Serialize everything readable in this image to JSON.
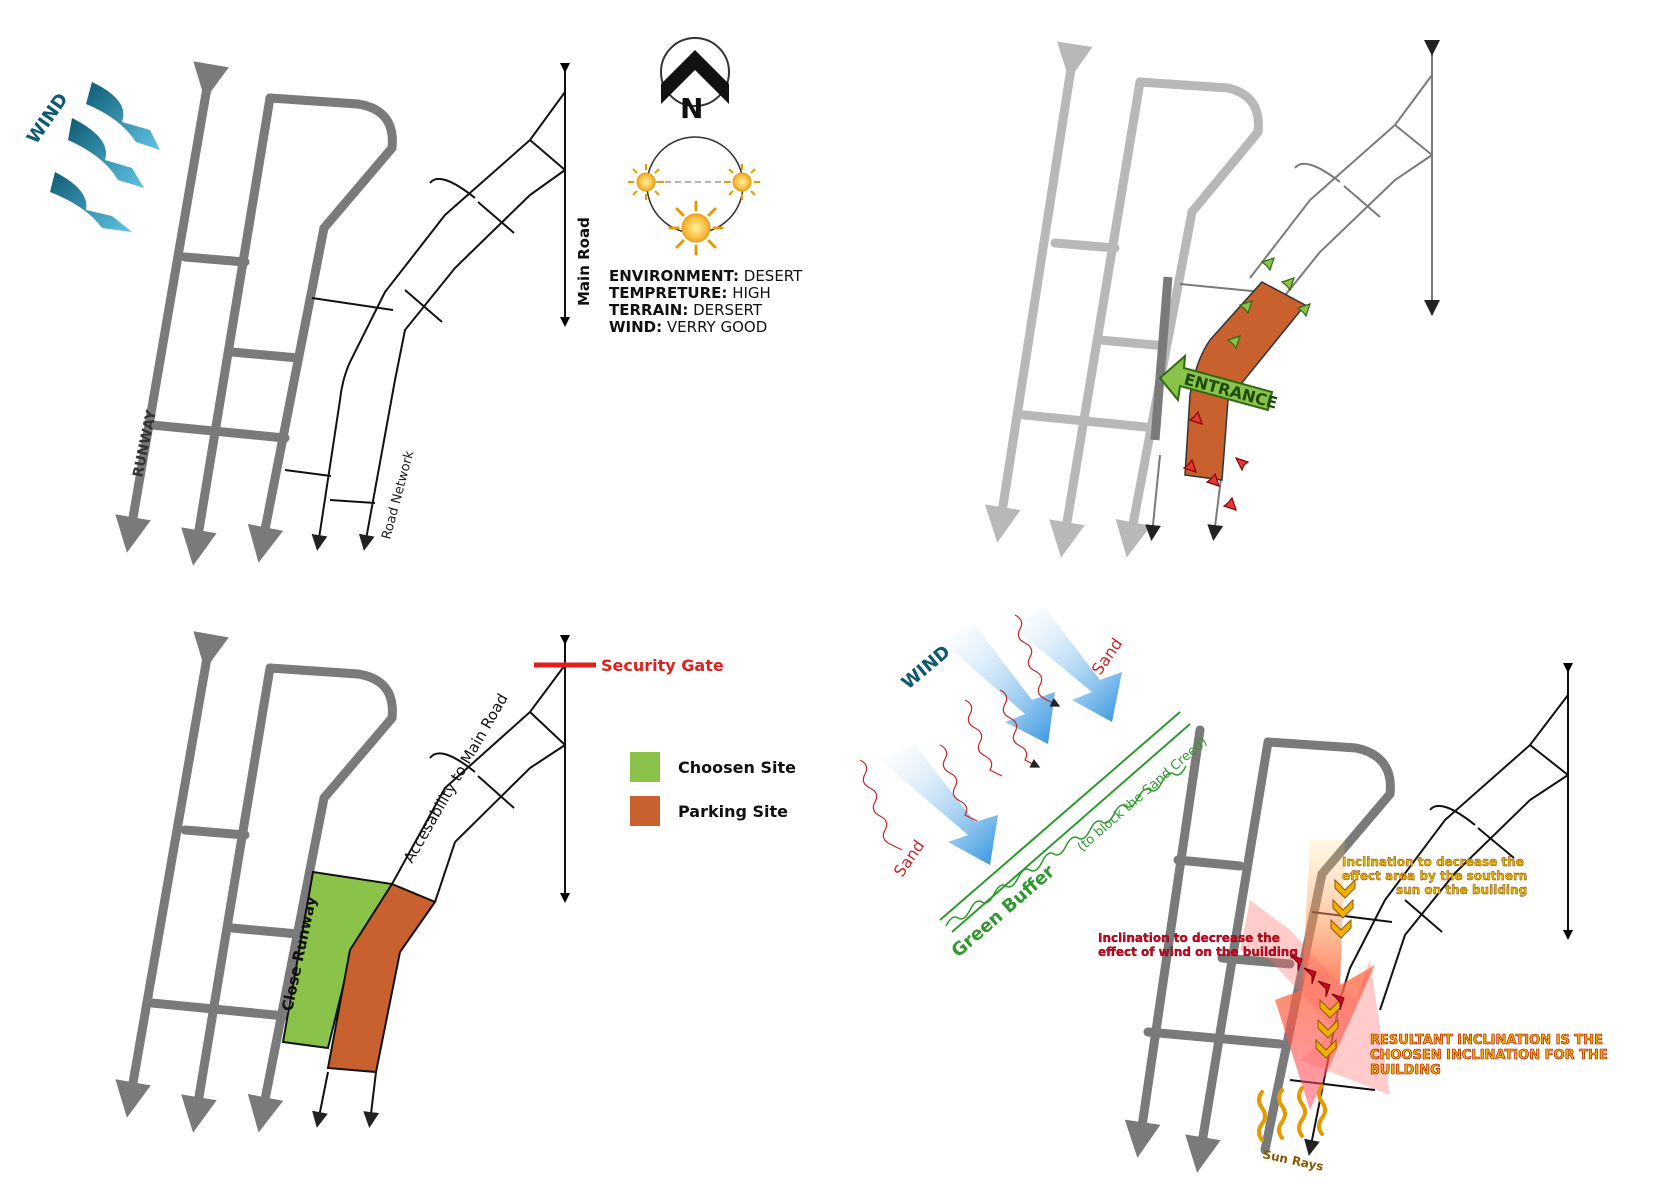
{
  "colors": {
    "road_gray": "#7a7a7a",
    "road_light": "#b8b8b8",
    "wind_blue": "#2a8fb8",
    "wind_dark": "#0f5a73",
    "chosen_site": "#8bc34a",
    "parking_site": "#c8612e",
    "green_buffer": "#2e9a2e",
    "security_red": "#e0201c",
    "sand_red": "#c62828",
    "sun_yellow": "#f7d21e",
    "sun_orange": "#f5a623",
    "annotation_yellow": "#f2b100",
    "annotation_red": "#d0021b"
  },
  "panel1": {
    "wind_label": "WIND",
    "runway_label": "RUNWAY",
    "road_network_label": "Road Network",
    "main_road_label": "Main Road",
    "north_label": "N",
    "environment": [
      {
        "key": "ENVIRONMENT:",
        "value": "DESERT"
      },
      {
        "key": "TEMPRETURE:",
        "value": "HIGH"
      },
      {
        "key": "TERRAIN:",
        "value": "DERSERT"
      },
      {
        "key": "WIND:",
        "value": "VERRY GOOD"
      }
    ]
  },
  "panel2": {
    "entrance_label": "ENTRANCE"
  },
  "panel3": {
    "security_gate_label": "Security Gate",
    "accessibility_label": "Accesability to Main Road",
    "close_runway_label": "Close Runway",
    "legend": [
      {
        "label": "Choosen Site",
        "color": "#8bc34a"
      },
      {
        "label": "Parking Site",
        "color": "#c8612e"
      }
    ]
  },
  "panel4": {
    "wind_label": "WIND",
    "sand_label_1": "Sand",
    "sand_label_2": "Sand",
    "green_buffer_label": "Green Buffer",
    "green_buffer_note": "(to block the Sand Creed)",
    "inclination_sun_1": "Inclination to decrease the",
    "inclination_sun_2": "effect area by the southern",
    "inclination_sun_3": "sun on the building",
    "inclination_wind_1": "Inclination to decrease the",
    "inclination_wind_2": "effect of wind on the building",
    "resultant_1": "RESULTANT INCLINATION IS THE",
    "resultant_2": "CHOOSEN INCLINATION FOR THE",
    "resultant_3": "BUILDING",
    "sun_rays_label": "Sun Rays"
  }
}
